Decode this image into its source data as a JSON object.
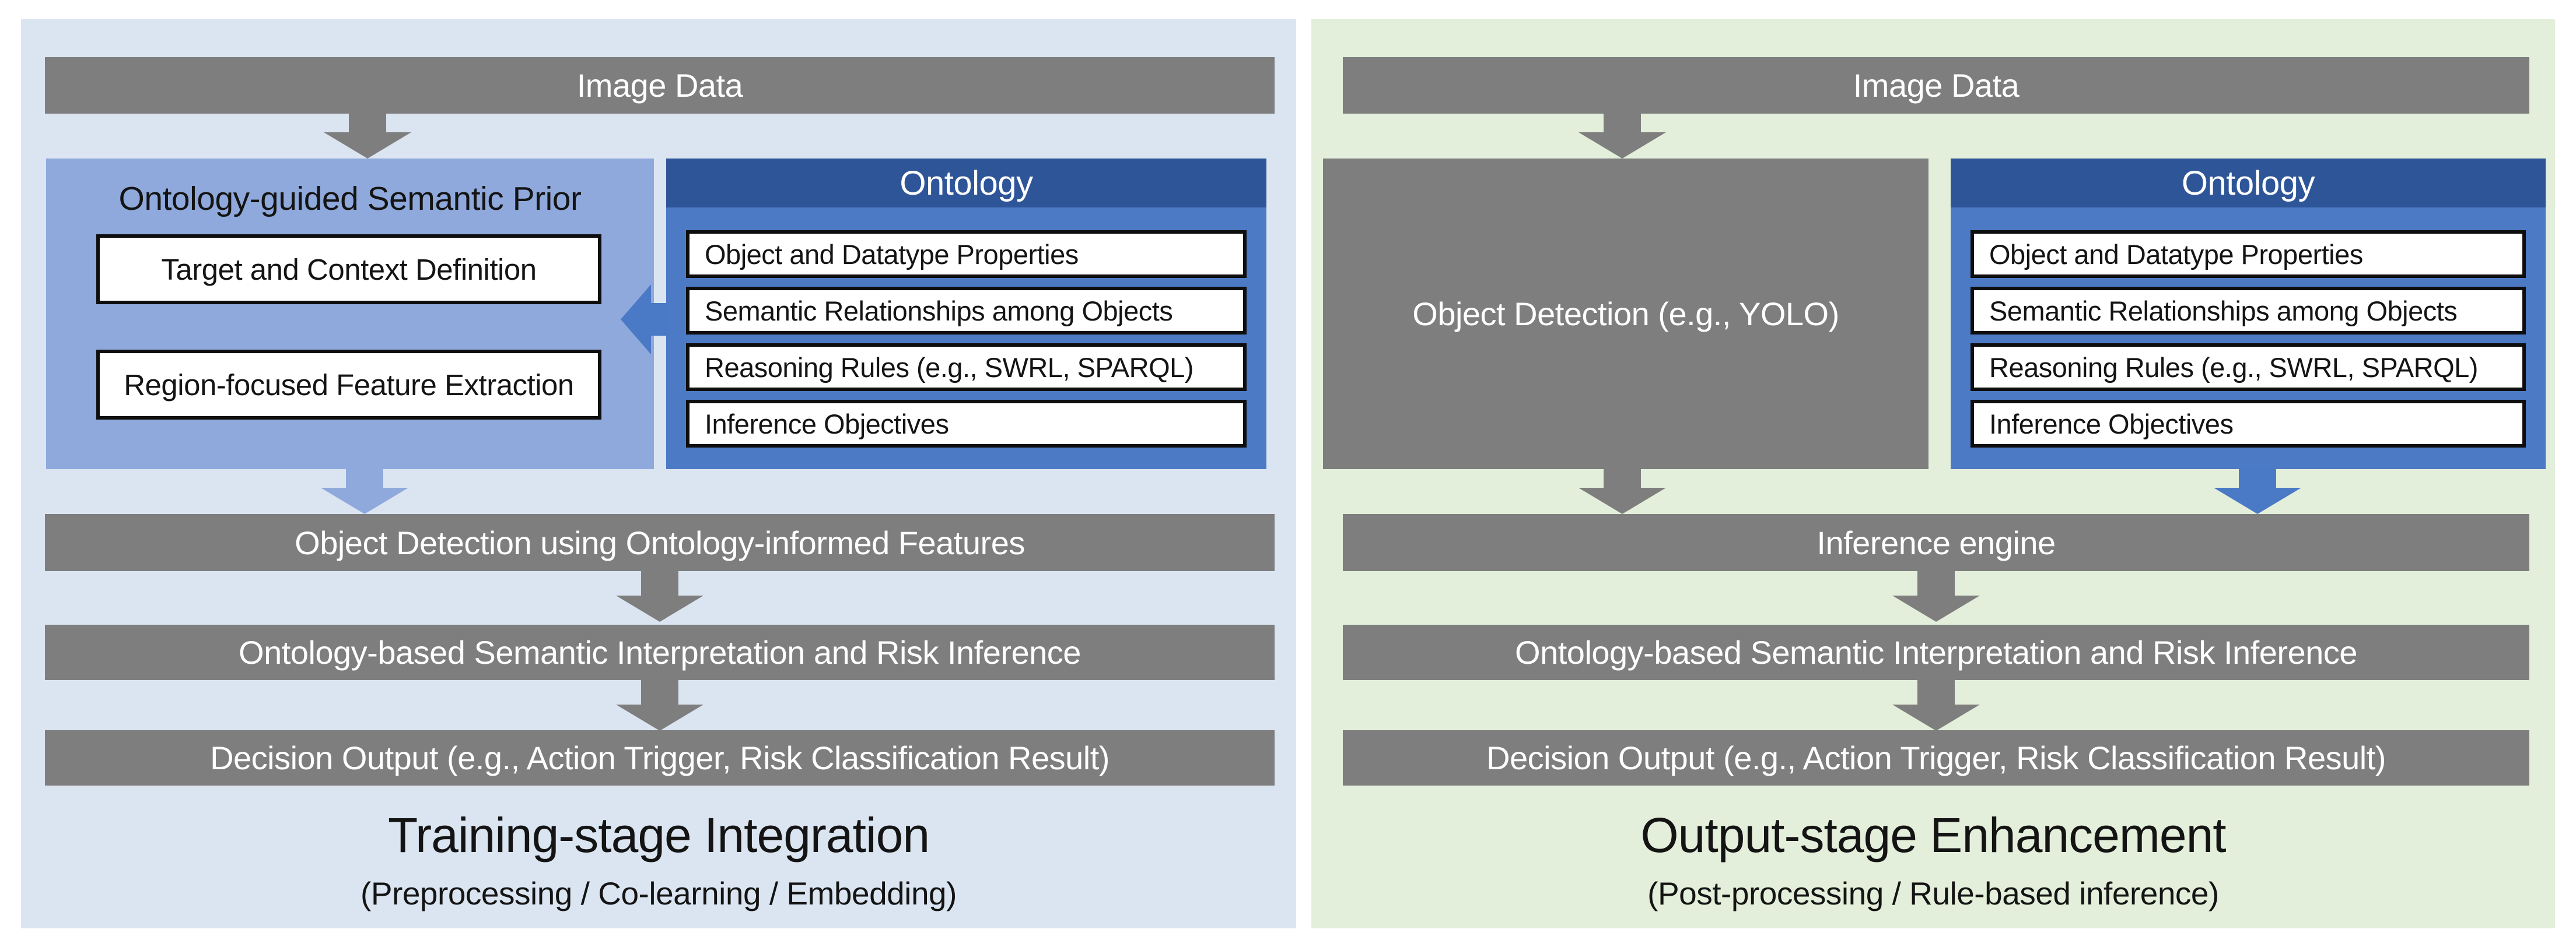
{
  "colors": {
    "page_bg": "#ffffff",
    "panel_left_bg": "#dbe5f1",
    "panel_right_bg": "#e3efda",
    "gray": "#7e7e7e",
    "blue_dark": "#2e5597",
    "blue_mid": "#4d7ac5",
    "blue_accent": "#4a79c6",
    "blue_light": "#8fa9dc",
    "box_border": "#0e0e0e",
    "text_dark": "#141414",
    "text_light": "#ffffff"
  },
  "left_panel": {
    "image_data": "Image Data",
    "semantic_prior": {
      "title": "Ontology-guided Semantic Prior",
      "items": [
        "Target and Context Definition",
        "Region-focused Feature Extraction"
      ]
    },
    "ontology": {
      "title": "Ontology",
      "items": [
        "Object and Datatype Properties",
        "Semantic Relationships among Objects",
        "Reasoning Rules (e.g., SWRL, SPARQL)",
        "Inference Objectives"
      ]
    },
    "bars": [
      "Object Detection using Ontology-informed Features",
      "Ontology-based Semantic Interpretation and Risk Inference",
      "Decision Output (e.g., Action Trigger, Risk Classification Result)"
    ],
    "title": "Training-stage Integration",
    "subtitle": "(Preprocessing / Co-learning / Embedding)"
  },
  "right_panel": {
    "image_data": "Image Data",
    "object_detection": "Object Detection (e.g., YOLO)",
    "ontology": {
      "title": "Ontology",
      "items": [
        "Object and Datatype Properties",
        "Semantic Relationships among Objects",
        "Reasoning Rules (e.g., SWRL, SPARQL)",
        "Inference Objectives"
      ]
    },
    "bars": [
      "Inference engine",
      "Ontology-based Semantic Interpretation and Risk Inference",
      "Decision Output (e.g., Action Trigger, Risk Classification Result)"
    ],
    "title": "Output-stage Enhancement",
    "subtitle": "(Post-processing / Rule-based inference)"
  }
}
